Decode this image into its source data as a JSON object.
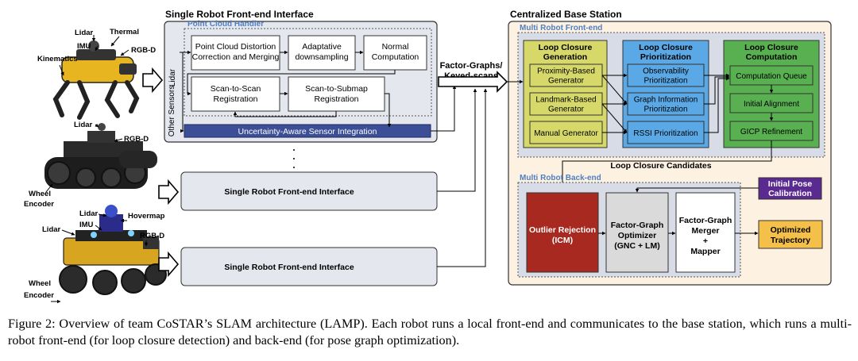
{
  "front_end": {
    "title": "Single Robot Front-end Interface",
    "pch_label": "Point Cloud Handler",
    "lidar_label": "Lidar",
    "other_sensors_label": "Other Sensors",
    "box_distortion": [
      "Point Cloud Distortion",
      "Correction and Merging"
    ],
    "box_downsample": [
      "Adaptative",
      "downsampling"
    ],
    "box_normal": [
      "Normal",
      "Computation"
    ],
    "box_scan2scan": [
      "Scan-to-Scan",
      "Registration"
    ],
    "box_scan2submap": [
      "Scan-to-Submap",
      "Registration"
    ],
    "uncertainty": "Uncertainty-Aware Sensor Integration",
    "collapsed_1": "Single Robot Front-end Interface",
    "collapsed_2": "Single Robot Front-end Interface"
  },
  "connector_label": [
    "Factor-Graphs/",
    "Keyed-scans"
  ],
  "robots": [
    {
      "name": "spot",
      "labels": [
        "Lidar",
        "Thermal",
        "IMU",
        "RGB-D",
        "Kinematics"
      ]
    },
    {
      "name": "tracked",
      "labels": [
        "Lidar",
        "RGB-D",
        "Wheel",
        "Encoder"
      ]
    },
    {
      "name": "husky",
      "labels": [
        "Lidar",
        "Hovermap",
        "IMU",
        "Lidar",
        "RGB-D",
        "Wheel",
        "Encoder"
      ]
    }
  ],
  "base_station": {
    "title": "Centralized Base Station",
    "mr_frontend_label": "Multi Robot Front-end",
    "lcg": {
      "title": [
        "Loop Closure",
        "Generation"
      ],
      "items": [
        [
          "Proximity-Based",
          "Generator"
        ],
        [
          "Landmark-Based",
          "Generator"
        ],
        [
          "Manual Generator"
        ]
      ]
    },
    "lcp": {
      "title": [
        "Loop Closure",
        "Prioritization"
      ],
      "items": [
        [
          "Observability",
          "Prioritization"
        ],
        [
          "Graph Information",
          "Prioritization"
        ],
        [
          "RSSI Prioritization"
        ]
      ]
    },
    "lcc": {
      "title": [
        "Loop Closure",
        "Computation"
      ],
      "items": [
        [
          "Computation Queue"
        ],
        [
          "Initial Alignment"
        ],
        [
          "GICP Refinement"
        ]
      ]
    },
    "candidates_label": "Loop Closure Candidates",
    "mr_backend_label": "Multi Robot Back-end",
    "outlier": [
      "Outlier Rejection",
      "(ICM)"
    ],
    "optimizer": [
      "Factor-Graph",
      "Optimizer",
      "(GNC + LM)"
    ],
    "merger": [
      "Factor-Graph",
      "Merger",
      "+",
      "Mapper"
    ],
    "initial_pose": [
      "Initial Pose",
      "Calibration"
    ],
    "optimized": [
      "Optimized",
      "Trajectory"
    ]
  },
  "colors": {
    "panel_gray": "#e4e7ee",
    "lcg_yellow": "#d6d86a",
    "lcp_blue": "#5aa9e6",
    "lcc_green": "#58b050",
    "outlier_red": "#a8291f",
    "initial_purple": "#5a2a91",
    "optimized_orange": "#f5c04a",
    "uncertainty_navy": "#3c4f96",
    "pch_blue": "#4f7fc4"
  },
  "caption": "Figure 2: Overview of team CoSTAR’s SLAM architecture (LAMP). Each robot runs a local front-end and communicates to the base station, which runs a multi-robot front-end (for loop closure detection) and back-end (for pose graph optimization)."
}
